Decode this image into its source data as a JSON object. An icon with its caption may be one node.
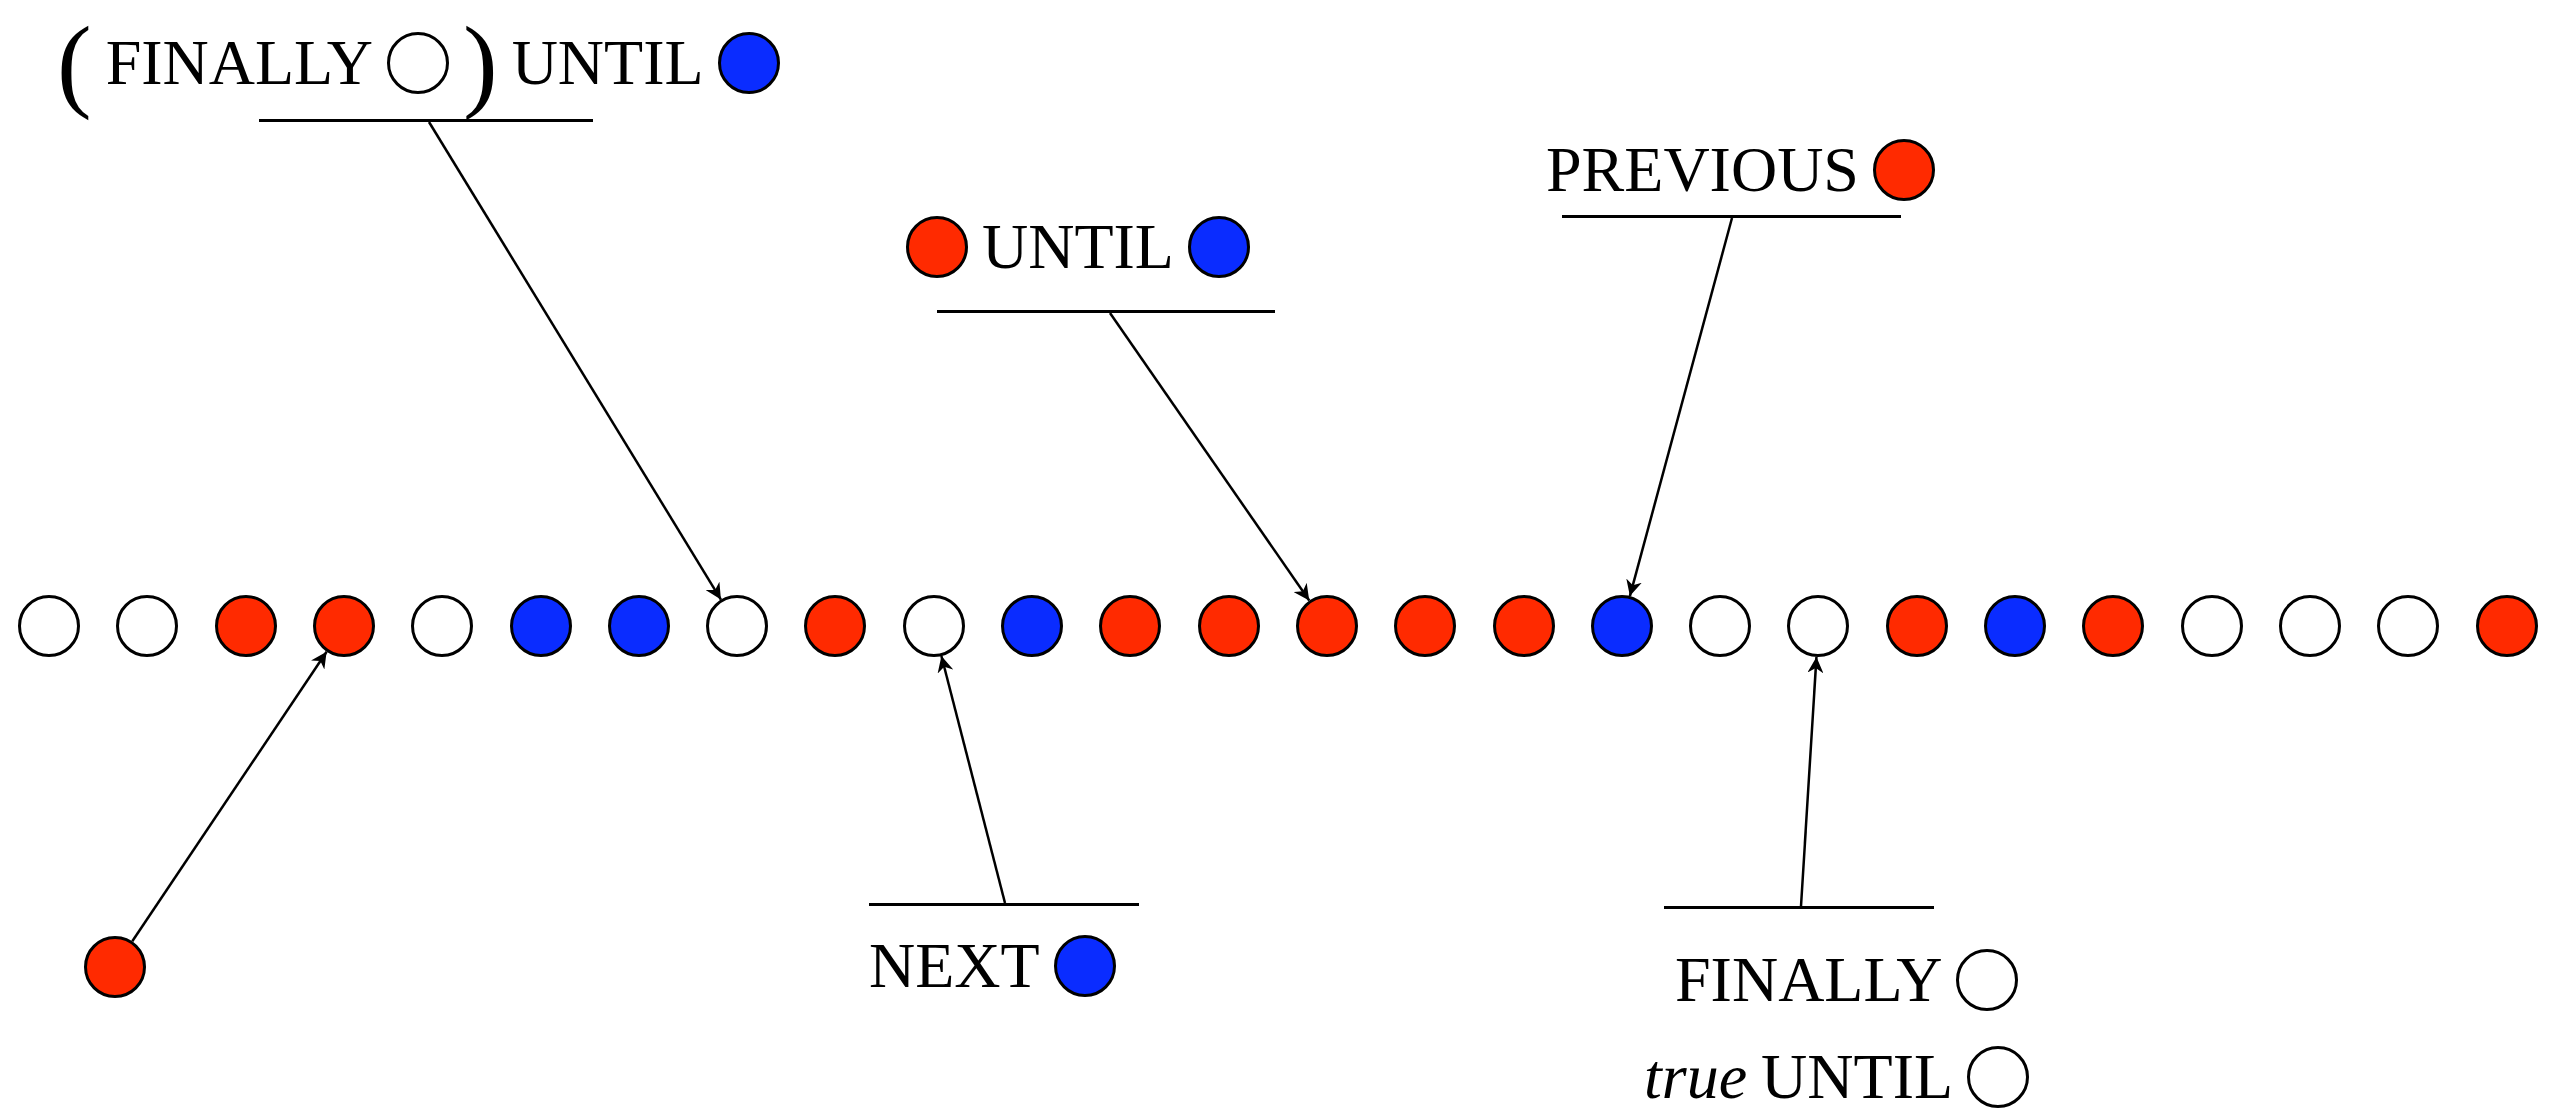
{
  "diagram": {
    "nodes": [
      {
        "text": [
          "(",
          "FINALLY",
          ")",
          "UNTIL"
        ]
      },
      {
        "text": [
          "UNTIL"
        ]
      },
      {
        "text": [
          "PREVIOUS"
        ]
      },
      {
        "text": [],
        "shape": "circle"
      },
      {
        "text": [],
        "shape": "circle"
      },
      {
        "text": [],
        "shape": "circle"
      },
      {
        "text": [],
        "shape": "circle"
      },
      {
        "text": [],
        "shape": "circle"
      },
      {
        "text": [],
        "shape": "circle"
      },
      {
        "text": [],
        "shape": "circle"
      },
      {
        "text": [],
        "shape": "circle"
      },
      {
        "text": [],
        "shape": "circle"
      },
      {
        "text": [],
        "shape": "circle"
      },
      {
        "text": [],
        "shape": "circle"
      },
      {
        "text": [],
        "shape": "circle"
      },
      {
        "text": [],
        "shape": "circle"
      },
      {
        "text": [],
        "shape": "circle"
      },
      {
        "text": [],
        "shape": "circle"
      },
      {
        "text": [],
        "shape": "circle"
      },
      {
        "text": [],
        "shape": "circle"
      },
      {
        "text": [],
        "shape": "circle"
      },
      {
        "text": [],
        "shape": "circle"
      },
      {
        "text": [],
        "shape": "circle"
      },
      {
        "text": [],
        "shape": "circle"
      },
      {
        "text": [],
        "shape": "circle"
      },
      {
        "text": [],
        "shape": "circle"
      },
      {
        "text": [],
        "shape": "circle"
      },
      {
        "text": [],
        "shape": "circle"
      },
      {
        "text": [],
        "shape": "circle"
      },
      {
        "text": [],
        "shape": "circle"
      },
      {
        "text": [
          "NEXT"
        ]
      },
      {
        "text": [
          "FINALLY",
          "true",
          "UNTIL"
        ]
      }
    ],
    "edges": [
      {
        "from": 0,
        "to": 10,
        "arrow": "to"
      },
      {
        "from": 1,
        "to": 16,
        "arrow": "to"
      },
      {
        "from": 2,
        "to": 19,
        "arrow": "to"
      },
      {
        "from": 29,
        "to": 6,
        "arrow": "to"
      },
      {
        "from": 30,
        "to": 12,
        "arrow": "to"
      },
      {
        "from": 31,
        "to": 21,
        "arrow": "to"
      }
    ]
  }
}
